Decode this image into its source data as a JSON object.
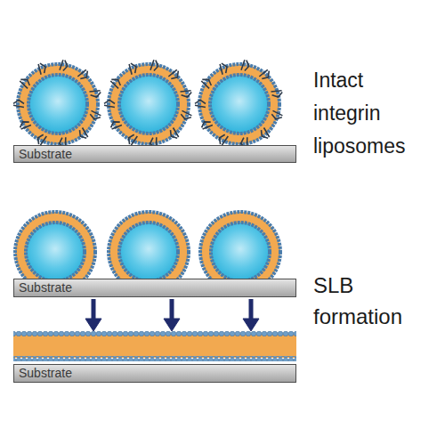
{
  "diagram": {
    "nodes": [
      {
        "text": [
          "Substrate"
        ]
      },
      {
        "text": [
          "Substrate"
        ]
      },
      {
        "text": [
          "Substrate"
        ]
      }
    ],
    "labels": [
      "Intact integrin liposomes",
      "SLB formation"
    ]
  }
}
